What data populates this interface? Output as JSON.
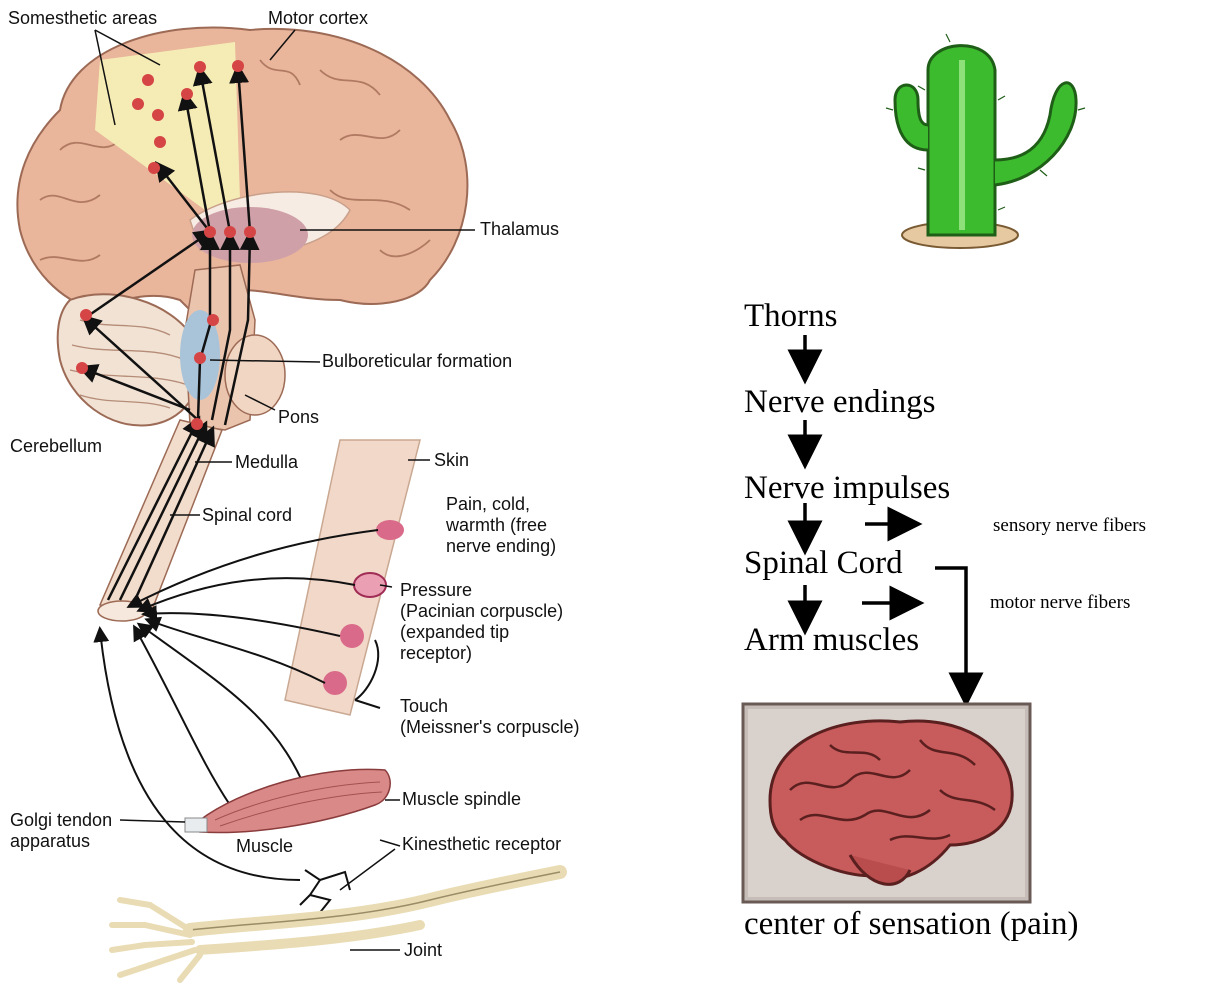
{
  "anatomy_labels": {
    "somesthetic": "Somesthetic areas",
    "motor_cortex": "Motor cortex",
    "thalamus": "Thalamus",
    "bulboreticular": "Bulboreticular formation",
    "pons": "Pons",
    "cerebellum": "Cerebellum",
    "medulla": "Medulla",
    "spinal_cord": "Spinal cord",
    "skin": "Skin",
    "free_nerve": "Pain, cold,\nwarmth (free\nnerve ending)",
    "pressure": "Pressure\n(Pacinian corpuscle)\n(expanded tip\nreceptor)",
    "touch": "Touch\n(Meissner's corpuscle)",
    "muscle_spindle": "Muscle spindle",
    "golgi": "Golgi tendon\napparatus",
    "muscle": "Muscle",
    "kinesthetic": "Kinesthetic receptor",
    "joint": "Joint"
  },
  "flow": {
    "steps": [
      "Thorns",
      "Nerve endings",
      "Nerve impulses",
      "Spinal Cord",
      "Arm muscles"
    ],
    "sensory_label": "sensory nerve fibers",
    "motor_label": "motor nerve fibers",
    "caption": "center of sensation (pain)"
  },
  "colors": {
    "brain": "#e9b59b",
    "brain_outline": "#9c6a55",
    "somesthetic_area": "#f6efb6",
    "thalamus": "#cfa0a8",
    "bulbo": "#a9c4d8",
    "neuron_dot": "#d64545",
    "skin": "#f2d8c9",
    "cactus": "#3dbb2e",
    "sand": "#e6c9a0",
    "brain_photo_bg": "#c6bdb8",
    "brain_photo": "#c85b5b"
  }
}
